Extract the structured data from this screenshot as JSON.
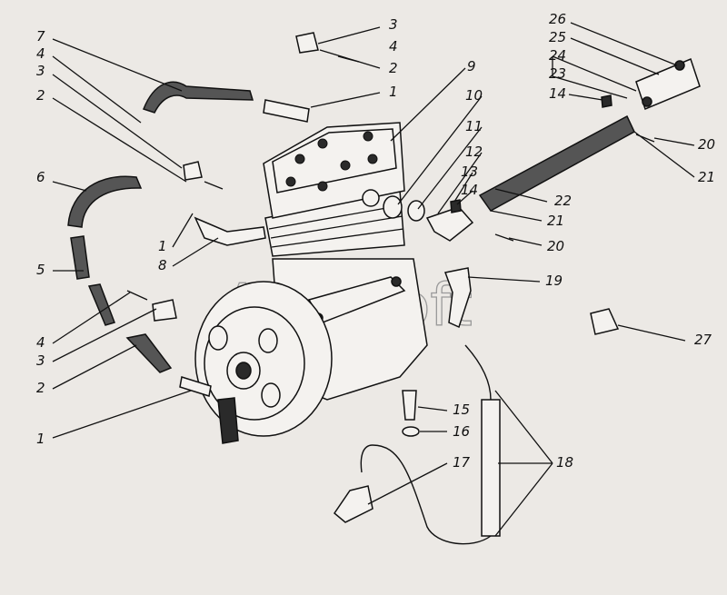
{
  "watermark": "AutoSoft",
  "callouts": [
    {
      "text": "3"
    },
    {
      "text": "4"
    },
    {
      "text": "2"
    },
    {
      "text": "1"
    },
    {
      "text": "7"
    },
    {
      "text": "4"
    },
    {
      "text": "3"
    },
    {
      "text": "2"
    },
    {
      "text": "6"
    },
    {
      "text": "5"
    },
    {
      "text": "4"
    },
    {
      "text": "3"
    },
    {
      "text": "2"
    },
    {
      "text": "1"
    },
    {
      "text": "1"
    },
    {
      "text": "8"
    },
    {
      "text": "9"
    },
    {
      "text": "10"
    },
    {
      "text": "11"
    },
    {
      "text": "12"
    },
    {
      "text": "13"
    },
    {
      "text": "14"
    },
    {
      "text": "22"
    },
    {
      "text": "21"
    },
    {
      "text": "20"
    },
    {
      "text": "19"
    },
    {
      "text": "27"
    },
    {
      "text": "26"
    },
    {
      "text": "25"
    },
    {
      "text": "24"
    },
    {
      "text": "23"
    },
    {
      "text": "14"
    },
    {
      "text": "20"
    },
    {
      "text": "21"
    },
    {
      "text": "15"
    },
    {
      "text": "16"
    },
    {
      "text": "17"
    },
    {
      "text": "18"
    }
  ]
}
